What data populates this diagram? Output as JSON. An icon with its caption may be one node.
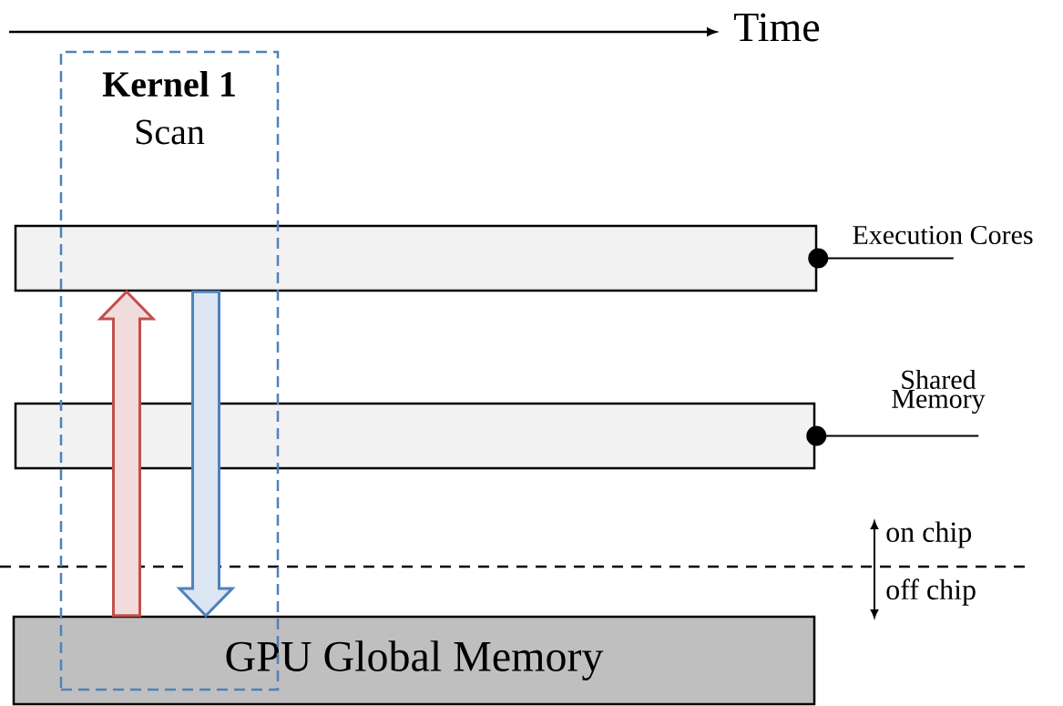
{
  "diagram": {
    "nodes": [
      {
        "text": [
          "Kernel 1",
          "Scan"
        ]
      },
      {
        "text": [],
        "shape": "bar"
      },
      {
        "text": [
          "Execution Cores"
        ]
      },
      {
        "text": [],
        "shape": "bar"
      },
      {
        "text": [
          "Shared Memory"
        ]
      },
      {
        "text": [
          "GPU Global Memory"
        ]
      }
    ],
    "edges": [
      {
        "from": 2,
        "to": 1,
        "arrow": "other"
      },
      {
        "from": 4,
        "to": 3,
        "arrow": "other"
      },
      {
        "from": 5,
        "to": 1,
        "arrow": "to",
        "style": "thick",
        "color": "#c0504d"
      },
      {
        "from": 1,
        "to": 5,
        "arrow": "to",
        "style": "thick",
        "color": "#4f81bd"
      }
    ],
    "labels": [
      "Time",
      "on chip",
      "off chip"
    ]
  }
}
